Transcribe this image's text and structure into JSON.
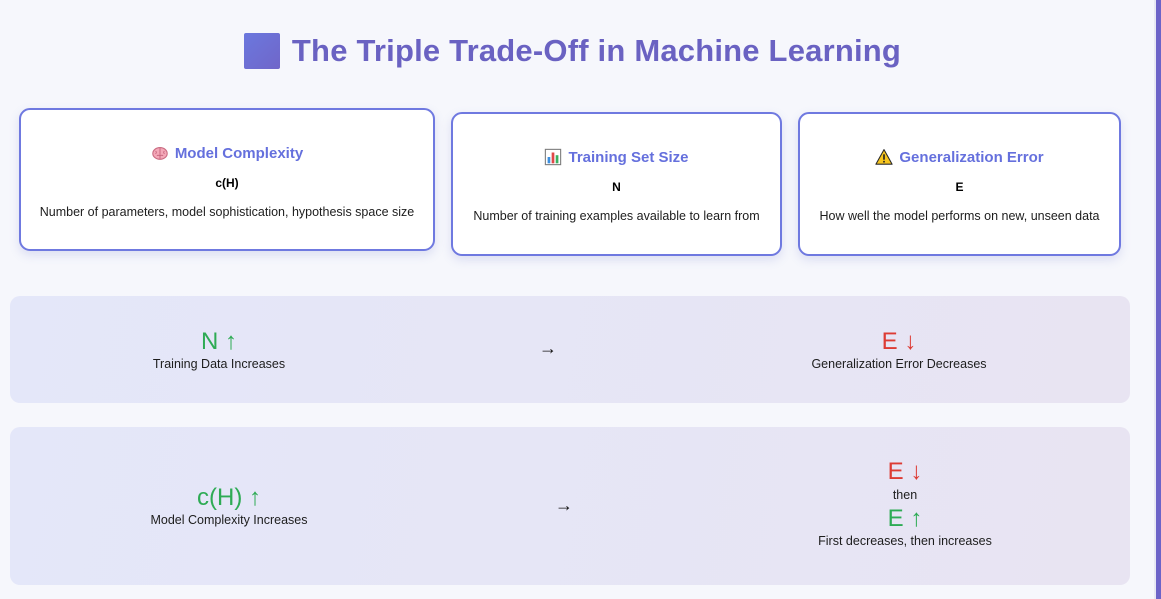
{
  "title": {
    "text": "The Triple Trade-Off in Machine Learning",
    "icon": "purple-square-icon"
  },
  "cards": [
    {
      "icon": "brain-icon",
      "heading": "Model Complexity",
      "symbol": "c(H)",
      "description": "Number of parameters, model sophistication, hypothesis space size"
    },
    {
      "icon": "bar-chart-icon",
      "heading": "Training Set Size",
      "symbol": "N",
      "description": "Number of training examples available to learn from"
    },
    {
      "icon": "warning-icon",
      "heading": "Generalization Error",
      "symbol": "E",
      "description": "How well the model performs on new, unseen data"
    }
  ],
  "relations": [
    {
      "left_symbol": "N ↑",
      "left_caption": "Training Data Increases",
      "arrow": "→",
      "right_symbol": "E ↓",
      "right_caption": "Generalization Error Decreases"
    },
    {
      "left_symbol": "c(H) ↑",
      "left_caption": "Model Complexity Increases",
      "arrow": "→",
      "right_symbol_first": "E ↓",
      "right_then": "then",
      "right_symbol_second": "E ↑",
      "right_caption": "First decreases, then increases"
    }
  ],
  "colors": {
    "accent": "#6570dd",
    "title": "#6a62c2",
    "increase": "#2eab55",
    "decrease": "#dd3b34"
  }
}
